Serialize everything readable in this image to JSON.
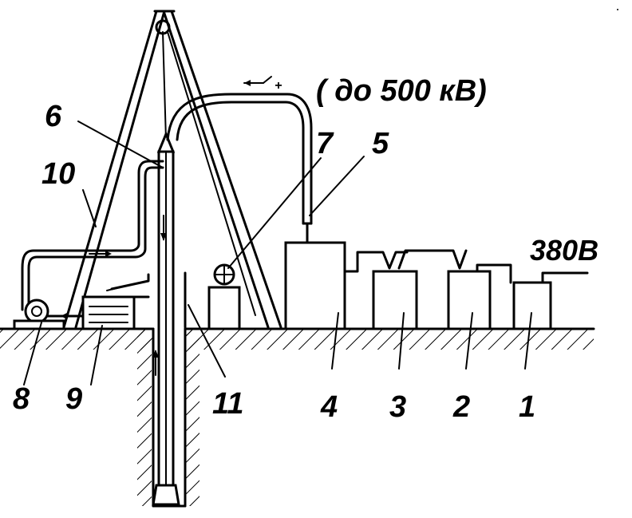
{
  "voltage_label": "( до 500 кВ)",
  "supply_label": "380В",
  "polarity_label": "+",
  "callouts": {
    "n1": "1",
    "n2": "2",
    "n3": "3",
    "n4": "4",
    "n5": "5",
    "n6": "6",
    "n7": "7",
    "n8": "8",
    "n9": "9",
    "n10": "10",
    "n11": "11"
  },
  "colors": {
    "ink": "#000000",
    "background": "#ffffff"
  }
}
